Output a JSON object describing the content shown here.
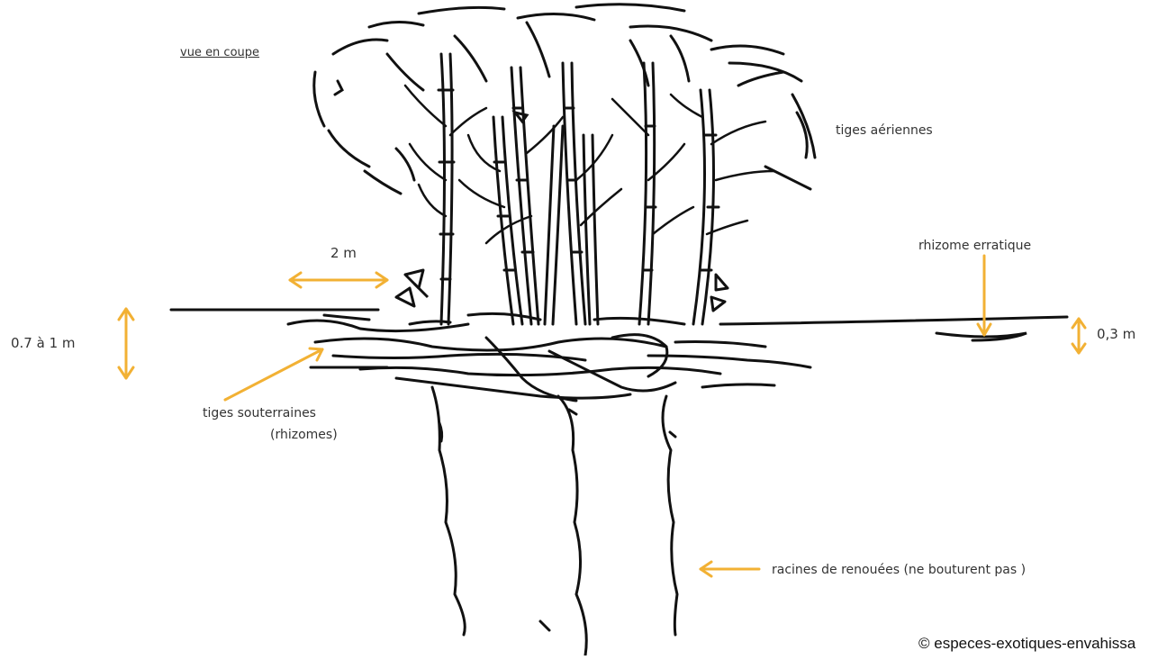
{
  "diagram": {
    "title": "vue en coupe",
    "labels": {
      "aerial_stems": "tiges aériennes",
      "erratic_rhizome": "rhizome erratique",
      "spread": "2 m",
      "depth_total": "0.7 à 1 m",
      "depth_rhizome": "0,3 m",
      "underground_stems_line1": "tiges souterraines",
      "underground_stems_line2": "(rhizomes)",
      "roots": "racines de renouées (ne bouturent  pas )"
    },
    "credit": "© especes-exotiques-envahissa"
  },
  "colors": {
    "ink": "#111111",
    "arrow": "#f2b134",
    "text": "#333333"
  }
}
